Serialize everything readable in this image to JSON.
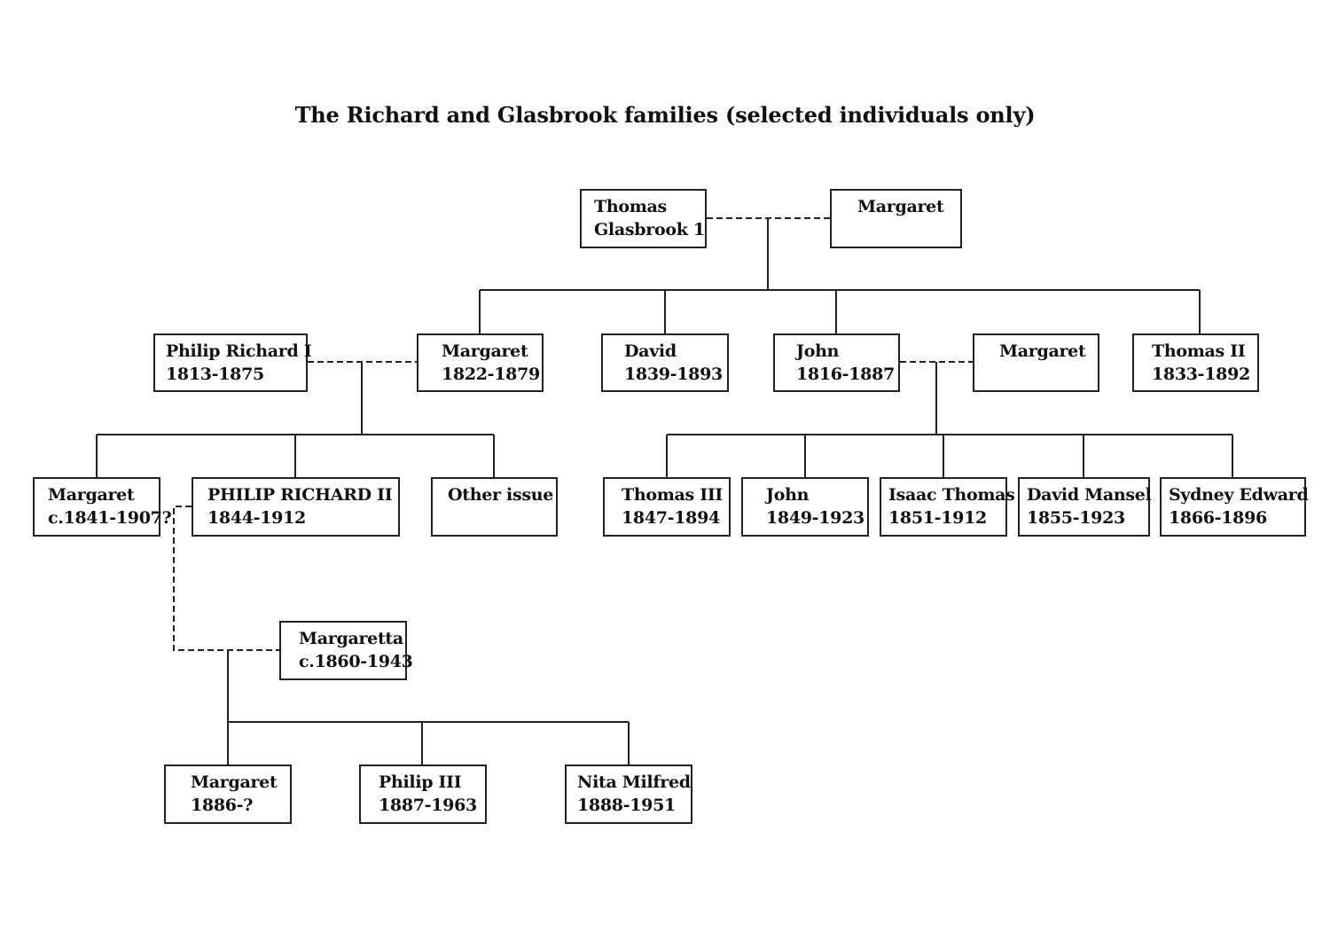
{
  "title": "The Richard and Glasbrook families (selected individuals only)",
  "people": {
    "thomas_glasbrook": {
      "line1": "Thomas",
      "line2": "Glasbrook 1"
    },
    "margaret_wife": {
      "line1": "Margaret",
      "line2": ""
    },
    "philip_richard_i": {
      "line1": "Philip Richard I",
      "line2": "1813-1875"
    },
    "margaret_1822": {
      "line1": "Margaret",
      "line2": "1822-1879"
    },
    "david_1839": {
      "line1": "David",
      "line2": "1839-1893"
    },
    "john_1816": {
      "line1": "John",
      "line2": "1816-1887"
    },
    "margaret_john_wife": {
      "line1": "Margaret",
      "line2": ""
    },
    "thomas_ii": {
      "line1": "Thomas II",
      "line2": "1833-1892"
    },
    "margaret_1841": {
      "line1": "Margaret",
      "line2": "c.1841-1907?"
    },
    "philip_richard_ii": {
      "line1": "PHILIP RICHARD II",
      "line2": "1844-1912"
    },
    "other_issue": {
      "line1": "Other issue",
      "line2": ""
    },
    "thomas_iii": {
      "line1": "Thomas III",
      "line2": "1847-1894"
    },
    "john_1849": {
      "line1": "John",
      "line2": "1849-1923"
    },
    "isaac_thomas": {
      "line1": "Isaac Thomas",
      "line2": "1851-1912"
    },
    "david_mansel": {
      "line1": "David Mansel",
      "line2": "1855-1923"
    },
    "sydney_edward": {
      "line1": "Sydney Edward",
      "line2": "1866-1896"
    },
    "margaretta": {
      "line1": "Margaretta",
      "line2": "c.1860-1943"
    },
    "margaret_1886": {
      "line1": "Margaret",
      "line2": "1886-?"
    },
    "philip_iii": {
      "line1": "Philip III",
      "line2": "1887-1963"
    },
    "nita_milfred": {
      "line1": "Nita Milfred",
      "line2": "1888-1951"
    }
  }
}
